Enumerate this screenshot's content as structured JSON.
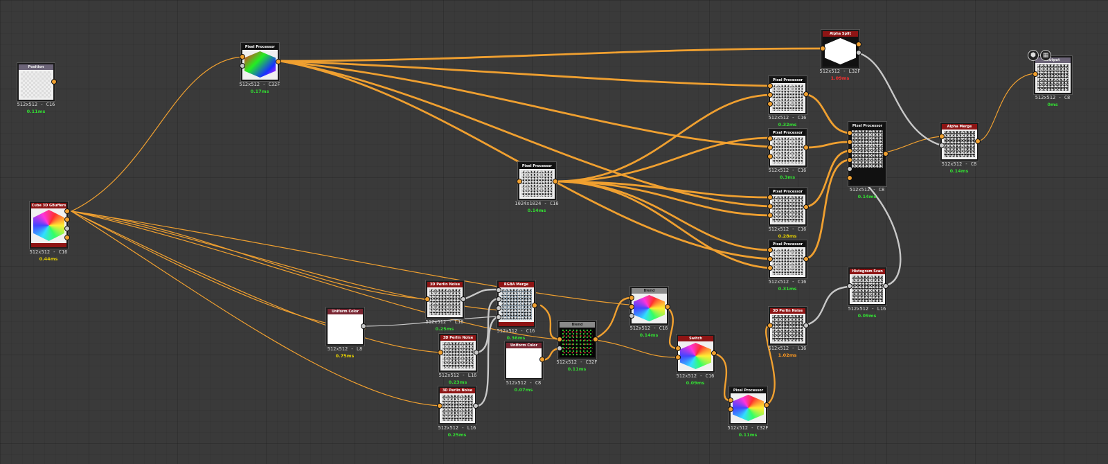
{
  "nodes": {
    "n0": {
      "title": "Position",
      "res": "512x512 - C16",
      "time": "0.11ms"
    },
    "n1": {
      "title": "Pixel Processor",
      "res": "512x512 - C32F",
      "time": "0.17ms"
    },
    "n2": {
      "title": "Cube 3D GBuffers",
      "res": "512x512 - C16",
      "time": "0.44ms"
    },
    "n3": {
      "title": "Pixel Processor",
      "res": "1024x1024 - C16",
      "time": "0.14ms"
    },
    "n4": {
      "title": "Alpha Split",
      "res": "512x512 - L32F",
      "time": "1.09ms"
    },
    "n5": {
      "title": "Pixel Processor",
      "res": "512x512 - C16",
      "time": "0.32ms"
    },
    "n6": {
      "title": "Pixel Processor",
      "res": "512x512 - C16",
      "time": "0.3ms"
    },
    "n7": {
      "title": "Pixel Processor",
      "res": "512x512 - C16",
      "time": "0.28ms"
    },
    "n8": {
      "title": "Pixel Processor",
      "res": "512x512 - C16",
      "time": "0.31ms"
    },
    "n9": {
      "title": "Pixel Processor",
      "res": "512x512 - C8",
      "time": "0.14ms"
    },
    "n10": {
      "title": "Alpha Merge",
      "res": "512x512 - C8",
      "time": "0.14ms"
    },
    "n11": {
      "title": "Output",
      "res": "512x512 - C8",
      "time": "0ms"
    },
    "n12": {
      "title": "Uniform Color",
      "res": "512x512 - L8",
      "time": "0.75ms"
    },
    "n13": {
      "title": "3D Perlin Noise",
      "res": "512x512 - L16",
      "time": "0.25ms"
    },
    "n14": {
      "title": "3D Perlin Noise",
      "res": "512x512 - L16",
      "time": "0.23ms"
    },
    "n15": {
      "title": "3D Perlin Noise",
      "res": "512x512 - L16",
      "time": "0.25ms"
    },
    "n16": {
      "title": "RGBA Merge",
      "res": "512x512 - C16",
      "time": "0.36ms"
    },
    "n17": {
      "title": "Uniform Color",
      "res": "512x512 - C8",
      "time": "0.07ms"
    },
    "n18": {
      "title": "Blend",
      "res": "512x512 - C32F",
      "time": "0.11ms"
    },
    "n19": {
      "title": "Blend",
      "res": "512x512 - C16",
      "time": "0.14ms"
    },
    "n20": {
      "title": "Switch",
      "res": "512x512 - C16",
      "time": "0.09ms"
    },
    "n21": {
      "title": "Pixel Processor",
      "res": "512x512 - C32F",
      "time": "0.11ms"
    },
    "n22": {
      "title": "3D Perlin Noise",
      "res": "512x512 - L16",
      "time": "1.02ms"
    },
    "n23": {
      "title": "Histogram Scan",
      "res": "512x512 - L16",
      "time": "0.09ms"
    }
  },
  "colors": {
    "background": "#3a3a3a",
    "wire_color": "#f0a030",
    "wire_grey": "#c8c8c8",
    "time_fast": "#33dd33",
    "time_medium": "#e6d000",
    "time_slow": "#ff9a20",
    "time_very_slow": "#ff3030"
  },
  "icons": {
    "output_toolbar": [
      "3d-view-icon",
      "2d-view-icon"
    ]
  }
}
